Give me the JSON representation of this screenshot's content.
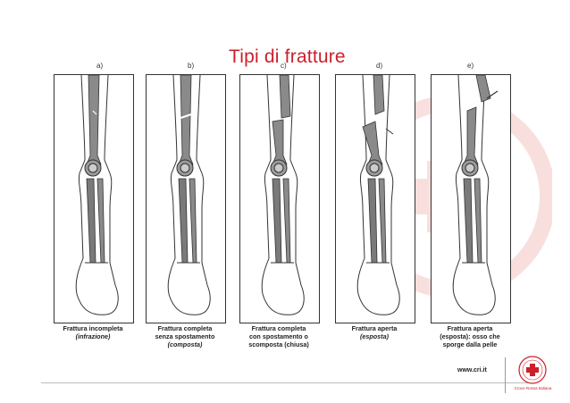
{
  "slide": {
    "title": "Tipi di fratture",
    "panel_letters": [
      "a)",
      "b)",
      "c)",
      "d)",
      "e)"
    ],
    "captions": [
      {
        "line1": "Frattura incompleta",
        "line2": "(infrazione)",
        "line3": ""
      },
      {
        "line1": "Frattura completa",
        "line2": "senza spostamento",
        "line3": "(composta)"
      },
      {
        "line1": "Frattura completa",
        "line2": "con spostamento o",
        "line3": "scomposta (chiusa)"
      },
      {
        "line1": "Frattura aperta",
        "line2": "(esposta)",
        "line3": ""
      },
      {
        "line1": "Frattura aperta",
        "line2": "(esposta): osso che",
        "line3": "sporge dalla pelle"
      }
    ],
    "footer_url": "www.cri.it",
    "logo_caption": "Croce Rossa Italiana",
    "colors": {
      "title": "#cc1f2a",
      "watermark": "#d9534f",
      "bone": "#7a7a7a"
    }
  }
}
